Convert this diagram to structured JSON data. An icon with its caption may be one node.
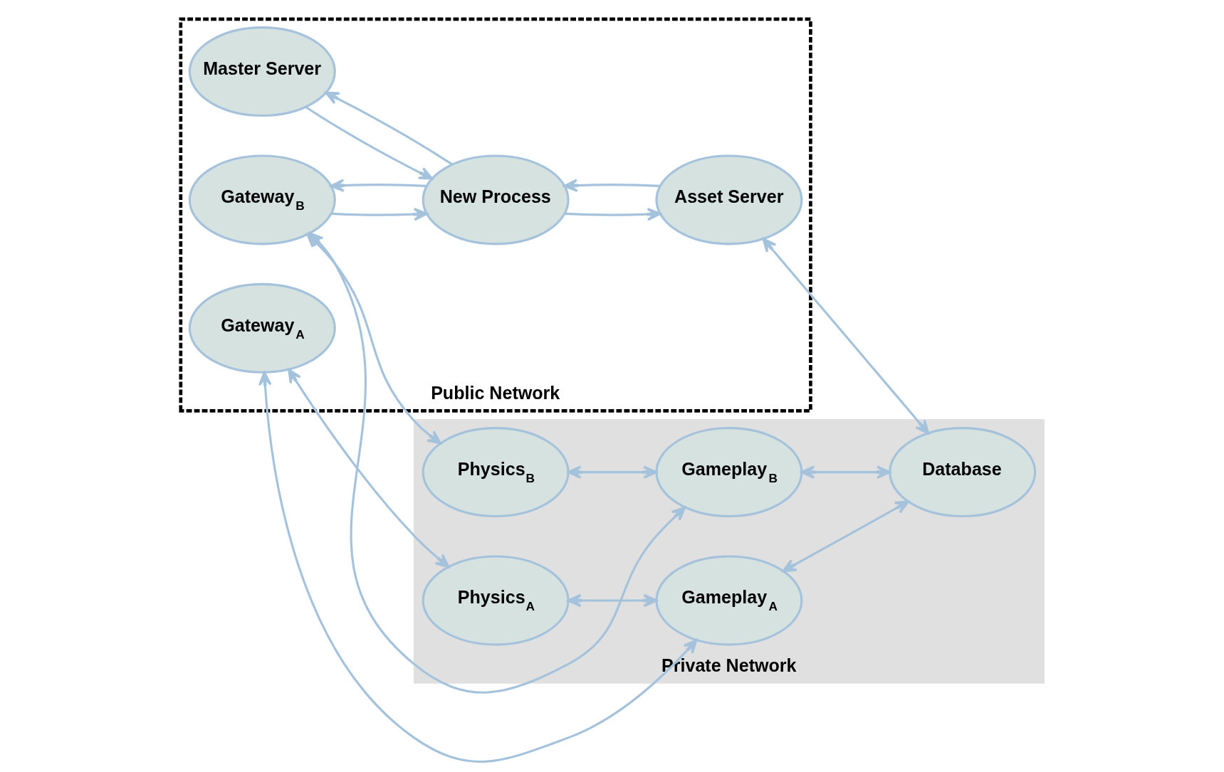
{
  "diagram": {
    "nodes": [
      {
        "text": [
          "Public Network"
        ]
      },
      {
        "text": [
          "Master Server"
        ],
        "in": 0
      },
      {
        "text": [
          "Gateway$_{A}$"
        ],
        "in": 0
      },
      {
        "text": [
          "Gateway$_{B}$"
        ],
        "in": 0
      },
      {
        "text": [
          "New Process"
        ],
        "in": 0
      },
      {
        "text": [
          "Asset Server"
        ],
        "in": 0
      },
      {
        "text": [
          "Private Network"
        ]
      },
      {
        "text": [
          "Physics$_{A}$"
        ],
        "in": 6
      },
      {
        "text": [
          "Gameplay$_{A}$"
        ],
        "in": 6
      },
      {
        "text": [
          "Physics$_{B}$"
        ],
        "in": 6
      },
      {
        "text": [
          "Gameplay$_{B}$"
        ],
        "in": 6
      },
      {
        "text": [
          "Database"
        ],
        "in": 6
      }
    ],
    "edges": [
      {
        "from": 4,
        "to": 1,
        "arrow": "to"
      },
      {
        "from": 1,
        "to": 4,
        "arrow": "to"
      },
      {
        "from": 4,
        "to": 3,
        "arrow": "to"
      },
      {
        "from": 3,
        "to": 4,
        "arrow": "to"
      },
      {
        "from": 4,
        "to": 5,
        "arrow": "to"
      },
      {
        "from": 5,
        "to": 4,
        "arrow": "to"
      },
      {
        "from": 2,
        "to": 7,
        "arrow": "both"
      },
      {
        "from": 7,
        "to": 8,
        "arrow": "both"
      },
      {
        "from": 2,
        "to": 8,
        "arrow": "both"
      },
      {
        "from": 8,
        "to": 11,
        "arrow": "both"
      },
      {
        "from": 3,
        "to": 9,
        "arrow": "both"
      },
      {
        "from": 9,
        "to": 10,
        "arrow": "both"
      },
      {
        "from": 3,
        "to": 10,
        "arrow": "both"
      },
      {
        "from": 10,
        "to": 11,
        "arrow": "both"
      },
      {
        "from": 5,
        "to": 11,
        "arrow": "both"
      }
    ]
  }
}
